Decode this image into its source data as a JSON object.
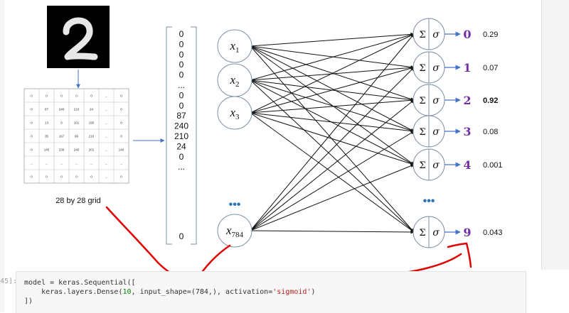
{
  "figure": {
    "grid_caption": "28 by 28 grid",
    "grid_cells": [
      [
        "0",
        "0",
        "0",
        "0",
        "0",
        "...",
        "0"
      ],
      [
        "0",
        "87",
        "240",
        "210",
        "24",
        "...",
        "0"
      ],
      [
        "0",
        "13",
        "0",
        "101",
        "195",
        "...",
        "0"
      ],
      [
        "0",
        "35",
        "167",
        "99",
        "210",
        "...",
        "0"
      ],
      [
        "0",
        "145",
        "230",
        "240",
        "201",
        "...",
        "140"
      ],
      [
        "...",
        "...",
        "...",
        "...",
        "...",
        "...",
        "..."
      ],
      [
        "0",
        "0",
        "0",
        "0",
        "0",
        "...",
        "0"
      ]
    ],
    "vector_values": [
      "0",
      "0",
      "0",
      "0",
      "0",
      "...",
      "0",
      "0",
      "87",
      "240",
      "210",
      "24",
      "0",
      "...",
      "0"
    ],
    "inputs": [
      {
        "base": "x",
        "sub": "1"
      },
      {
        "base": "x",
        "sub": "2"
      },
      {
        "base": "x",
        "sub": "3"
      },
      {
        "base": "x",
        "sub": "784"
      }
    ],
    "ellipsis": "•••",
    "neuron_sum": "Σ",
    "neuron_act": "σ",
    "outputs": [
      {
        "digit": "0",
        "prob": "0.29",
        "highlight": false
      },
      {
        "digit": "1",
        "prob": "0.07",
        "highlight": false
      },
      {
        "digit": "2",
        "prob": "0.92",
        "highlight": true
      },
      {
        "digit": "3",
        "prob": "0.08",
        "highlight": false
      },
      {
        "digit": "4",
        "prob": "0.001",
        "highlight": false
      },
      {
        "digit": "9",
        "prob": "0.043",
        "highlight": false
      }
    ],
    "input_digit": "2"
  },
  "notebook": {
    "prompt": "45]:",
    "code_line_1": "model = keras.Sequential([",
    "code_line_2_pre": "    keras.layers.Dense(",
    "code_line_2_num": "10",
    "code_line_2_mid": ", input_shape=(784,), activation=",
    "code_line_2_str": "'sigmoid'",
    "code_line_2_post": ")",
    "code_line_3": "])"
  },
  "colors": {
    "digit_purple": "#7030a0",
    "arrow_blue": "#4472c4",
    "annotation_red": "#e00000",
    "node_stroke": "#7f8fa6",
    "ellipsis_blue": "#2e75b6"
  }
}
